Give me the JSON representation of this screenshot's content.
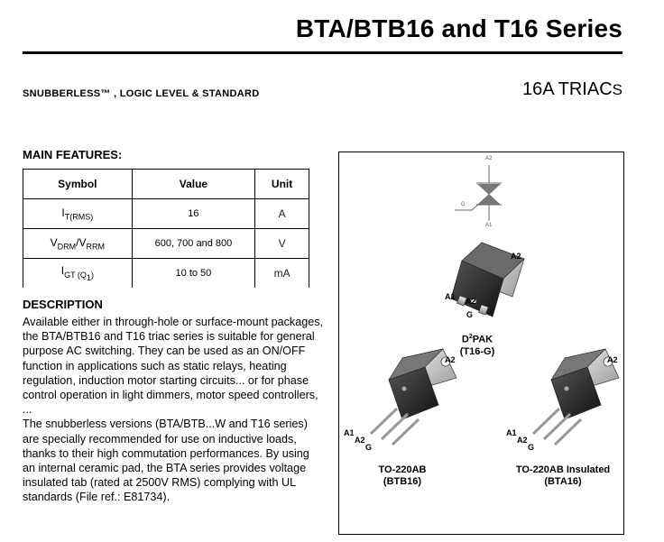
{
  "header": {
    "title": "BTA/BTB16 and T16 Series",
    "subtitle": "SNUBBERLESS™ , LOGIC LEVEL & STANDARD",
    "category_main": "16A TRIAC",
    "category_tail": "S"
  },
  "features": {
    "heading": "MAIN FEATURES:",
    "columns": [
      "Symbol",
      "Value",
      "Unit"
    ],
    "rows": [
      {
        "symbol": "I",
        "symbol_sub": "T(RMS)",
        "value": "16",
        "unit": "A"
      },
      {
        "symbol": "V",
        "symbol_sub": "DRM",
        "symbol_mid": "/V",
        "symbol_sub2": "RRM",
        "value": "600, 700 and 800",
        "unit": "V"
      },
      {
        "symbol": "I",
        "symbol_sub": "GT (Q",
        "symbol_sub3": "1",
        "symbol_sub_end": ")",
        "value": "10 to 50",
        "unit": "mA"
      }
    ]
  },
  "description": {
    "heading": "DESCRIPTION",
    "paragraph1": "Available either in through-hole or surface-mount packages, the BTA/BTB16 and T16 triac series is suitable for general purpose AC switching. They can be used as an ON/OFF function in applications such as static relays, heating regulation, induction motor starting circuits... or for phase control operation in light dimmers, motor speed controllers, ...",
    "paragraph2": "The snubberless versions (BTA/BTB...W and T16 series) are specially recommended for use on inductive loads, thanks to their high commutation performances. By using an internal ceramic pad, the BTA series provides voltage insulated tab (rated at 2500V RMS) complying with UL standards (File ref.: E81734)."
  },
  "figure": {
    "symbol_pins": {
      "a2": "A2",
      "a1": "A1",
      "g": "G"
    },
    "dpak": {
      "name_d": "D",
      "name_sup": "2",
      "name_rest": "PAK",
      "name_sub": "(T16-G)",
      "pin_a2": "A2",
      "pin_a1": "A1",
      "pin_a2b": "A2",
      "pin_g": "G"
    },
    "to220": {
      "name": "TO-220AB",
      "name_sub": "(BTB16)",
      "pin_a2": "A2",
      "pin_a1": "A1",
      "pin_a2b": "A2",
      "pin_g": "G"
    },
    "to220ins": {
      "name": "TO-220AB Insulated",
      "name_sub": "(BTA16)",
      "pin_a2": "A2",
      "pin_a1": "A1",
      "pin_a2b": "A2",
      "pin_g": "G"
    }
  }
}
